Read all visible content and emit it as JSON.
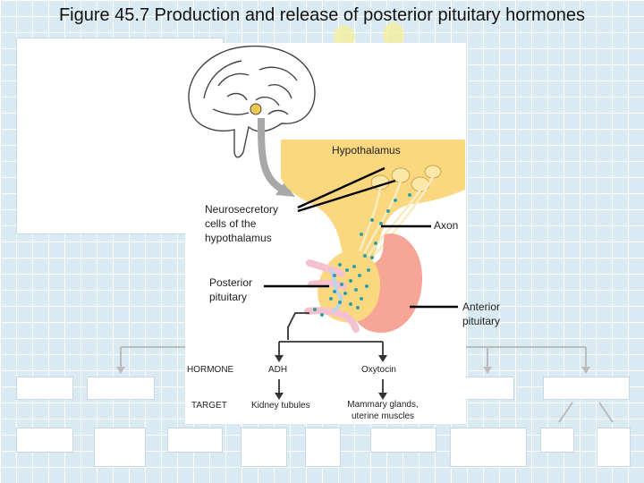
{
  "title": "Figure 45.7 Production and release of posterior pituitary hormones",
  "labels": {
    "hypothalamus": "Hypothalamus",
    "neurosecretory": "Neurosecretory cells of the hypothalamus",
    "axon": "Axon",
    "posterior": "Posterior pituitary",
    "anterior": "Anterior pituitary"
  },
  "table": {
    "hormone_label": "HORMONE",
    "target_label": "TARGET",
    "hormones": [
      "ADH",
      "Oxytocin"
    ],
    "targets": [
      "Kidney tubules",
      "Mammary glands, uterine muscles"
    ]
  },
  "colors": {
    "background": "#d9eaf3",
    "hypothalamus": "#fbd77f",
    "anterior_pituitary": "#f6a596",
    "vessels": "#f4c2cf",
    "dots": "#2f9fa6"
  }
}
